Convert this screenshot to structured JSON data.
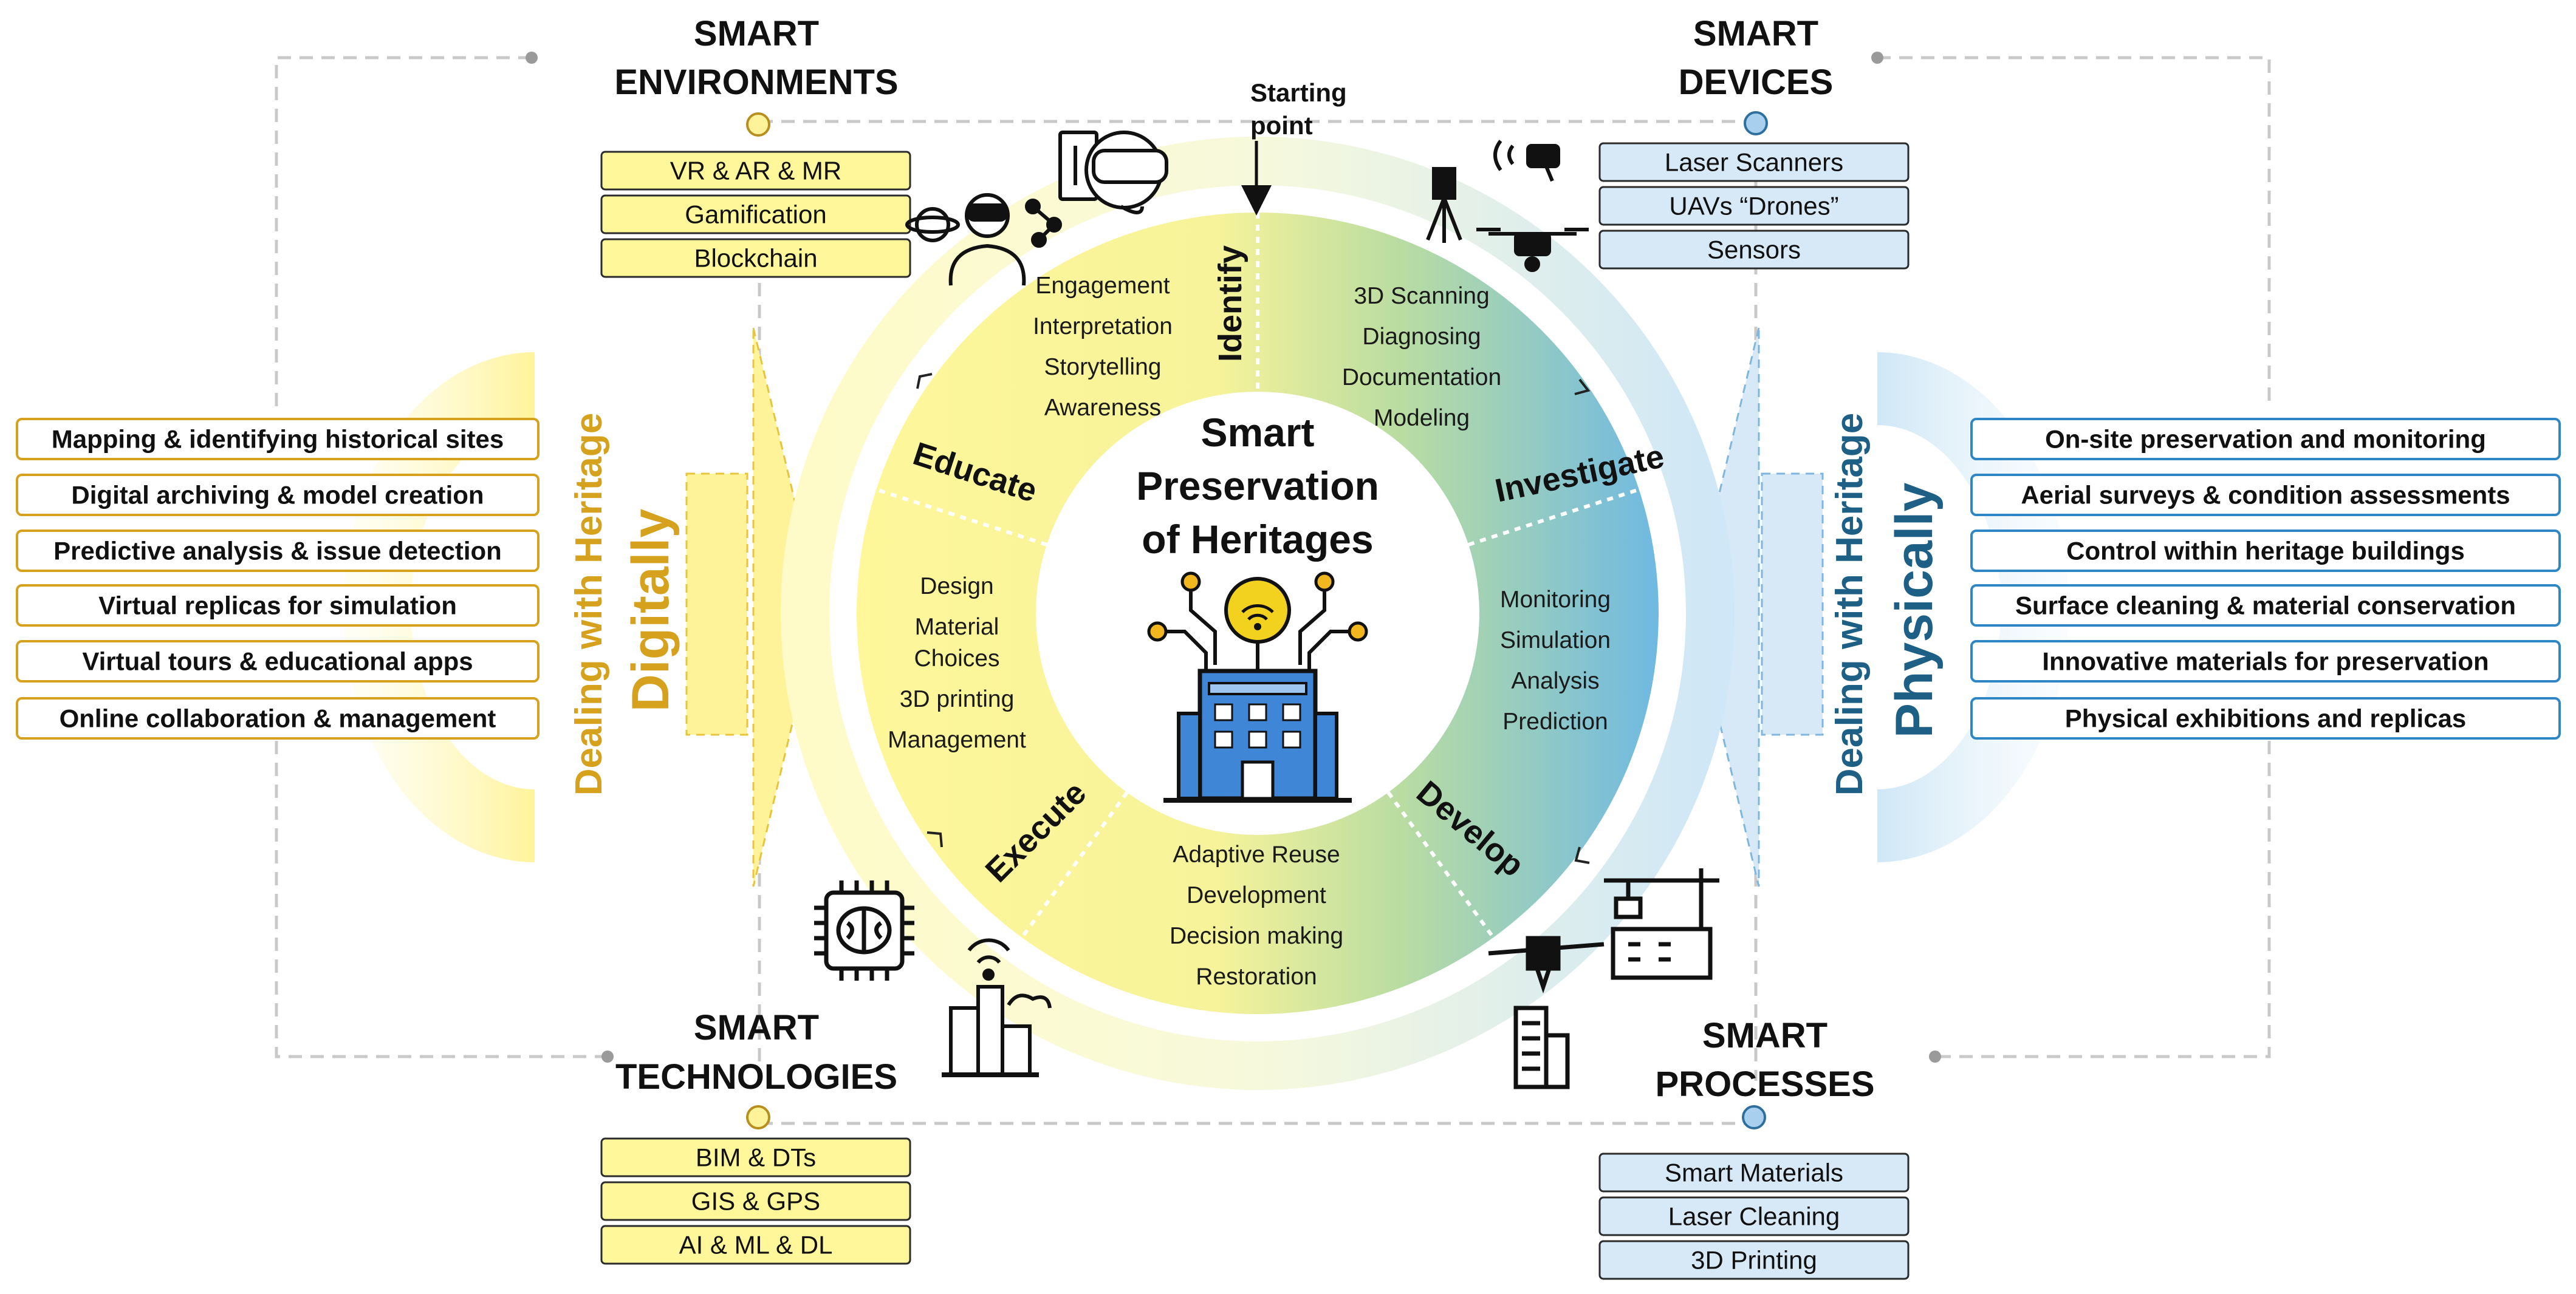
{
  "center": {
    "line1": "Smart",
    "line2": "Preservation",
    "line3": "of Heritages"
  },
  "starting_point": {
    "line1": "Starting",
    "line2": "point"
  },
  "side_left": {
    "line1": "Dealing with Heritage",
    "line2": "Digitally"
  },
  "side_right": {
    "line1": "Dealing with Heritage",
    "line2": "Physically"
  },
  "quadrants": {
    "environments": {
      "title1": "SMART",
      "title2": "ENVIRONMENTS",
      "items": [
        "VR & AR & MR",
        "Gamification",
        "Blockchain"
      ]
    },
    "devices": {
      "title1": "SMART",
      "title2": "DEVICES",
      "items": [
        "Laser Scanners",
        "UAVs “Drones”",
        "Sensors"
      ]
    },
    "technologies": {
      "title1": "SMART",
      "title2": "TECHNOLOGIES",
      "items": [
        "BIM & DTs",
        "GIS & GPS",
        "AI & ML & DL"
      ]
    },
    "processes": {
      "title1": "SMART",
      "title2": "PROCESSES",
      "items": [
        "Smart Materials",
        "Laser Cleaning",
        "3D Printing"
      ]
    }
  },
  "left_list": [
    "Mapping & identifying historical sites",
    "Digital archiving & model creation",
    "Predictive analysis & issue detection",
    "Virtual replicas for simulation",
    "Virtual tours & educational apps",
    "Online collaboration & management"
  ],
  "right_list": [
    "On-site preservation and monitoring",
    "Aerial surveys & condition assessments",
    "Control within heritage buildings",
    "Surface cleaning & material conservation",
    "Innovative materials for preservation",
    "Physical exhibitions and replicas"
  ],
  "segments": {
    "identify": {
      "label": "Identify",
      "items": [
        "Engagement",
        "Interpretation",
        "Storytelling",
        "Awareness"
      ]
    },
    "investigate": {
      "label": "Investigate",
      "items": [
        "3D Scanning",
        "Diagnosing",
        "Documentation",
        "Modeling"
      ]
    },
    "develop": {
      "label": "Develop",
      "items": [
        "Monitoring",
        "Simulation",
        "Analysis",
        "Prediction"
      ]
    },
    "execute": {
      "label": "Execute",
      "items": [
        "Adaptive Reuse",
        "Development",
        "Decision making",
        "Restoration"
      ]
    },
    "educate": {
      "label": "Educate",
      "items": [
        "Design",
        "Material",
        "Choices",
        "3D printing",
        "Management"
      ]
    }
  },
  "colors": {
    "yellow": "#fff79a",
    "yellow_dark": "#d6a21e",
    "blue": "#d7e8f7",
    "blue_dark": "#2f86c4",
    "teal": "#1e5f86"
  }
}
